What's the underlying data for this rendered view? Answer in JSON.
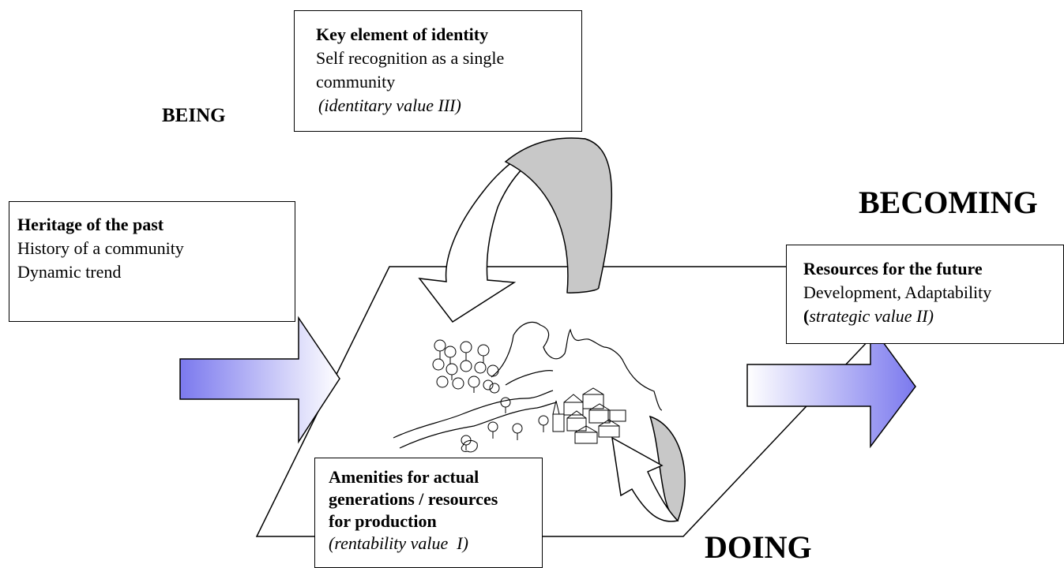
{
  "labels": {
    "being": "BEING",
    "becoming": "BECOMING",
    "doing": "DOING"
  },
  "boxes": {
    "identity": {
      "title": "Key element of identity",
      "line1": "Self recognition as a single",
      "line2": "community",
      "value": "(identitary value III)"
    },
    "heritage": {
      "title": "Heritage of the past",
      "line1": "History of a community",
      "line2": "Dynamic trend"
    },
    "resources": {
      "title": "Resources for the future",
      "line1": "Development, Adaptability",
      "value_open": "(",
      "value_text": "strategic value II)"
    },
    "amenities": {
      "title_line1": "Amenities for actual",
      "title_line2": "generations / resources",
      "title_line3": "for production",
      "value": "(rentability value  I)"
    }
  },
  "colors": {
    "arrow_gradient_light": "#ffffff",
    "arrow_gradient_dark": "#7b79ee",
    "curved_arrow_fill": "#c8c8c8",
    "stroke": "#000000"
  }
}
